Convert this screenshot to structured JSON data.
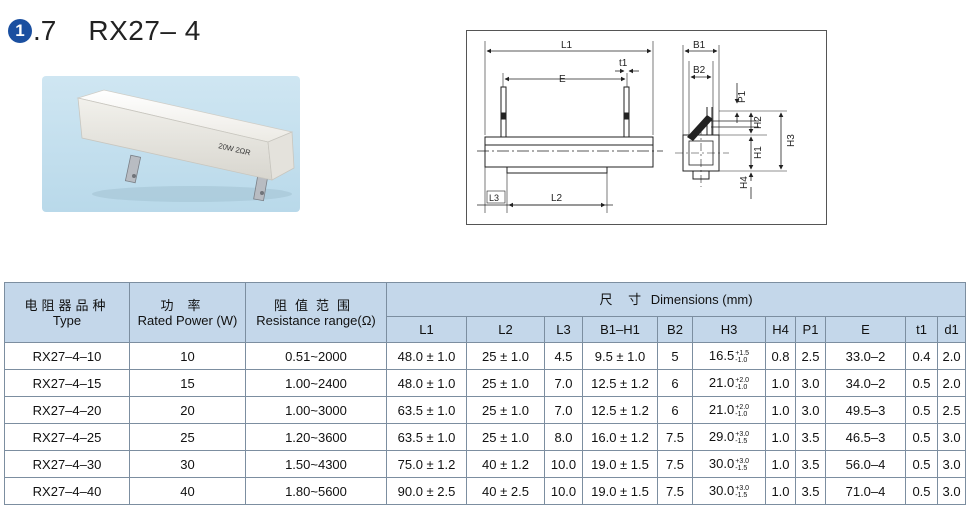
{
  "title": {
    "badge": "1",
    "number": ".7",
    "model": "RX27– 4"
  },
  "photo": {
    "marking": "20W 2ΩR"
  },
  "drawing": {
    "labels": {
      "L1": "L1",
      "E": "E",
      "t1": "t1",
      "L3": "L3",
      "L2": "L2",
      "B1": "B1",
      "B2": "B2",
      "P1": "P1",
      "H2": "H2",
      "H1": "H1",
      "H3": "H3",
      "H4": "H4"
    }
  },
  "table": {
    "headers": {
      "type_zh": "电阻器品种",
      "type_en": "Type",
      "power_zh": "功率",
      "power_en": "Rated Power (W)",
      "res_zh": "阻值范围",
      "res_en": "Resistance range(Ω)",
      "dims_zh": "尺 寸",
      "dims_en": "Dimensions (mm)"
    },
    "dim_columns": [
      "L1",
      "L2",
      "L3",
      "B1–H1",
      "B2",
      "H3",
      "H4",
      "P1",
      "E",
      "t1",
      "d1"
    ],
    "rows": [
      {
        "type": "RX27–4–10",
        "power": "10",
        "resistance": "0.51~2000",
        "L1": "48.0 ± 1.0",
        "L2": "25 ± 1.0",
        "L3": "4.5",
        "B1H1": "9.5 ± 1.0",
        "B2": "5",
        "H3": "16.5",
        "H3_plus": "+1.5",
        "H3_minus": "-1.0",
        "H4": "0.8",
        "P1": "2.5",
        "E": "33.0–2",
        "t1": "0.4",
        "d1": "2.0"
      },
      {
        "type": "RX27–4–15",
        "power": "15",
        "resistance": "1.00~2400",
        "L1": "48.0 ± 1.0",
        "L2": "25 ± 1.0",
        "L3": "7.0",
        "B1H1": "12.5 ± 1.2",
        "B2": "6",
        "H3": "21.0",
        "H3_plus": "+2.0",
        "H3_minus": "-1.0",
        "H4": "1.0",
        "P1": "3.0",
        "E": "34.0–2",
        "t1": "0.5",
        "d1": "2.0"
      },
      {
        "type": "RX27–4–20",
        "power": "20",
        "resistance": "1.00~3000",
        "L1": "63.5 ± 1.0",
        "L2": "25 ± 1.0",
        "L3": "7.0",
        "B1H1": "12.5 ± 1.2",
        "B2": "6",
        "H3": "21.0",
        "H3_plus": "+2.0",
        "H3_minus": "-1.0",
        "H4": "1.0",
        "P1": "3.0",
        "E": "49.5–3",
        "t1": "0.5",
        "d1": "2.5"
      },
      {
        "type": "RX27–4–25",
        "power": "25",
        "resistance": "1.20~3600",
        "L1": "63.5 ± 1.0",
        "L2": "25 ± 1.0",
        "L3": "8.0",
        "B1H1": "16.0 ± 1.2",
        "B2": "7.5",
        "H3": "29.0",
        "H3_plus": "+3.0",
        "H3_minus": "-1.5",
        "H4": "1.0",
        "P1": "3.5",
        "E": "46.5–3",
        "t1": "0.5",
        "d1": "3.0"
      },
      {
        "type": "RX27–4–30",
        "power": "30",
        "resistance": "1.50~4300",
        "L1": "75.0 ± 1.2",
        "L2": "40 ± 1.2",
        "L3": "10.0",
        "B1H1": "19.0 ± 1.5",
        "B2": "7.5",
        "H3": "30.0",
        "H3_plus": "+3.0",
        "H3_minus": "-1.5",
        "H4": "1.0",
        "P1": "3.5",
        "E": "56.0–4",
        "t1": "0.5",
        "d1": "3.0"
      },
      {
        "type": "RX27–4–40",
        "power": "40",
        "resistance": "1.80~5600",
        "L1": "90.0 ± 2.5",
        "L2": "40 ± 2.5",
        "L3": "10.0",
        "B1H1": "19.0 ± 1.5",
        "B2": "7.5",
        "H3": "30.0",
        "H3_plus": "+3.0",
        "H3_minus": "-1.5",
        "H4": "1.0",
        "P1": "3.5",
        "E": "71.0–4",
        "t1": "0.5",
        "d1": "3.0"
      }
    ]
  }
}
